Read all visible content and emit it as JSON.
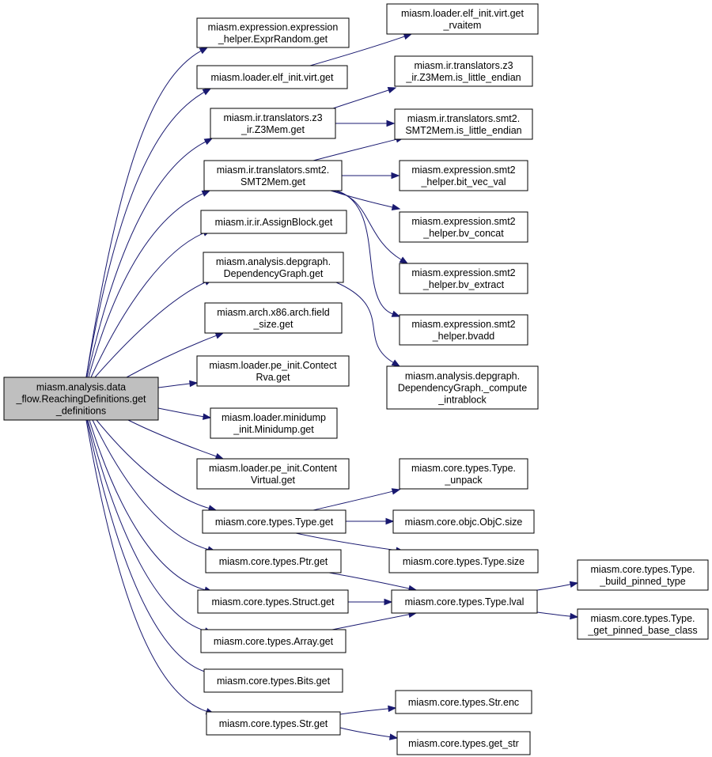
{
  "diagram": {
    "title": "",
    "edge_color": "#191970",
    "root_fill": "#bfbfbf",
    "nodes": [
      {
        "id": "root",
        "lines": [
          "miasm.analysis.data",
          "_flow.ReachingDefinitions.get",
          "_definitions"
        ],
        "highlighted": true
      },
      {
        "id": "expr_random_get",
        "lines": [
          "miasm.expression.expression",
          "_helper.ExprRandom.get"
        ]
      },
      {
        "id": "elf_virt_get",
        "lines": [
          "miasm.loader.elf_init.virt.get"
        ]
      },
      {
        "id": "z3mem_get",
        "lines": [
          "miasm.ir.translators.z3",
          "_ir.Z3Mem.get"
        ]
      },
      {
        "id": "smt2mem_get",
        "lines": [
          "miasm.ir.translators.smt2.",
          "SMT2Mem.get"
        ]
      },
      {
        "id": "assignblock_get",
        "lines": [
          "miasm.ir.ir.AssignBlock.get"
        ]
      },
      {
        "id": "depgraph_get",
        "lines": [
          "miasm.analysis.depgraph.",
          "DependencyGraph.get"
        ]
      },
      {
        "id": "x86_field_size_get",
        "lines": [
          "miasm.arch.x86.arch.field",
          "_size.get"
        ]
      },
      {
        "id": "contect_rva_get",
        "lines": [
          "miasm.loader.pe_init.Contect",
          "Rva.get"
        ]
      },
      {
        "id": "minidump_get",
        "lines": [
          "miasm.loader.minidump",
          "_init.Minidump.get"
        ]
      },
      {
        "id": "content_virtual_get",
        "lines": [
          "miasm.loader.pe_init.Content",
          "Virtual.get"
        ]
      },
      {
        "id": "type_get",
        "lines": [
          "miasm.core.types.Type.get"
        ]
      },
      {
        "id": "ptr_get",
        "lines": [
          "miasm.core.types.Ptr.get"
        ]
      },
      {
        "id": "struct_get",
        "lines": [
          "miasm.core.types.Struct.get"
        ]
      },
      {
        "id": "array_get",
        "lines": [
          "miasm.core.types.Array.get"
        ]
      },
      {
        "id": "bits_get",
        "lines": [
          "miasm.core.types.Bits.get"
        ]
      },
      {
        "id": "str_get",
        "lines": [
          "miasm.core.types.Str.get"
        ]
      },
      {
        "id": "elf_get_rvaitem",
        "lines": [
          "miasm.loader.elf_init.virt.get",
          "_rvaitem"
        ]
      },
      {
        "id": "z3mem_little_endian",
        "lines": [
          "miasm.ir.translators.z3",
          "_ir.Z3Mem.is_little_endian"
        ]
      },
      {
        "id": "smt2mem_little_endian",
        "lines": [
          "miasm.ir.translators.smt2.",
          "SMT2Mem.is_little_endian"
        ]
      },
      {
        "id": "bit_vec_val",
        "lines": [
          "miasm.expression.smt2",
          "_helper.bit_vec_val"
        ]
      },
      {
        "id": "bv_concat",
        "lines": [
          "miasm.expression.smt2",
          "_helper.bv_concat"
        ]
      },
      {
        "id": "bv_extract",
        "lines": [
          "miasm.expression.smt2",
          "_helper.bv_extract"
        ]
      },
      {
        "id": "bvadd",
        "lines": [
          "miasm.expression.smt2",
          "_helper.bvadd"
        ]
      },
      {
        "id": "compute_intrablock",
        "lines": [
          "miasm.analysis.depgraph.",
          "DependencyGraph._compute",
          "_intrablock"
        ]
      },
      {
        "id": "type_unpack",
        "lines": [
          "miasm.core.types.Type.",
          "_unpack"
        ]
      },
      {
        "id": "objc_size",
        "lines": [
          "miasm.core.objc.ObjC.size"
        ]
      },
      {
        "id": "type_size",
        "lines": [
          "miasm.core.types.Type.size"
        ]
      },
      {
        "id": "type_lval",
        "lines": [
          "miasm.core.types.Type.lval"
        ]
      },
      {
        "id": "build_pinned_type",
        "lines": [
          "miasm.core.types.Type.",
          "_build_pinned_type"
        ]
      },
      {
        "id": "get_pinned_base_class",
        "lines": [
          "miasm.core.types.Type.",
          "_get_pinned_base_class"
        ]
      },
      {
        "id": "str_enc",
        "lines": [
          "miasm.core.types.Str.enc"
        ]
      },
      {
        "id": "get_str",
        "lines": [
          "miasm.core.types.get_str"
        ]
      }
    ],
    "edges": [
      [
        "root",
        "expr_random_get"
      ],
      [
        "root",
        "elf_virt_get"
      ],
      [
        "root",
        "z3mem_get"
      ],
      [
        "root",
        "smt2mem_get"
      ],
      [
        "root",
        "assignblock_get"
      ],
      [
        "root",
        "depgraph_get"
      ],
      [
        "root",
        "x86_field_size_get"
      ],
      [
        "root",
        "contect_rva_get"
      ],
      [
        "root",
        "minidump_get"
      ],
      [
        "root",
        "content_virtual_get"
      ],
      [
        "root",
        "type_get"
      ],
      [
        "root",
        "ptr_get"
      ],
      [
        "root",
        "struct_get"
      ],
      [
        "root",
        "array_get"
      ],
      [
        "root",
        "bits_get"
      ],
      [
        "root",
        "str_get"
      ],
      [
        "elf_virt_get",
        "elf_get_rvaitem"
      ],
      [
        "z3mem_get",
        "z3mem_little_endian"
      ],
      [
        "z3mem_get",
        "smt2mem_little_endian"
      ],
      [
        "smt2mem_get",
        "smt2mem_little_endian"
      ],
      [
        "smt2mem_get",
        "bit_vec_val"
      ],
      [
        "smt2mem_get",
        "bv_concat"
      ],
      [
        "smt2mem_get",
        "bv_extract"
      ],
      [
        "smt2mem_get",
        "bvadd"
      ],
      [
        "depgraph_get",
        "compute_intrablock"
      ],
      [
        "type_get",
        "type_unpack"
      ],
      [
        "type_get",
        "objc_size"
      ],
      [
        "type_get",
        "type_size"
      ],
      [
        "ptr_get",
        "type_lval"
      ],
      [
        "struct_get",
        "type_lval"
      ],
      [
        "array_get",
        "type_lval"
      ],
      [
        "type_lval",
        "build_pinned_type"
      ],
      [
        "type_lval",
        "get_pinned_base_class"
      ],
      [
        "str_get",
        "str_enc"
      ],
      [
        "str_get",
        "get_str"
      ]
    ]
  }
}
